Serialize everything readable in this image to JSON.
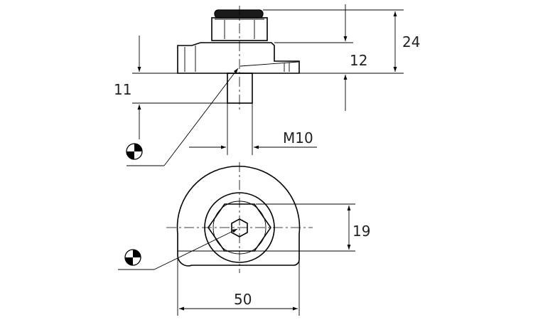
{
  "dimensions": {
    "height_total": "24",
    "height_base": "12",
    "stud_length": "11",
    "thread": "M10",
    "hex_size": "19",
    "width": "50"
  },
  "symbols": [
    "center-of-gravity-icon",
    "center-of-gravity-icon"
  ],
  "colors": {
    "line": "#000000",
    "background": "#ffffff"
  }
}
